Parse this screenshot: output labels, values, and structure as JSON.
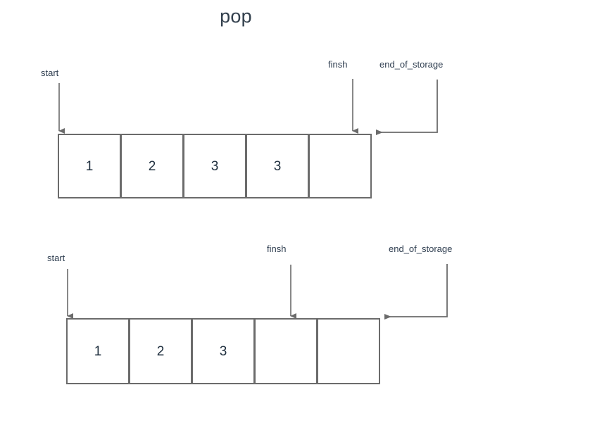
{
  "title": "pop",
  "colors": {
    "stroke": "#6b6b6b",
    "text": "#2f3e50",
    "title": "#33404d",
    "background": "#ffffff"
  },
  "diagrams": [
    {
      "id": "before-pop",
      "pointers": {
        "start": "start",
        "finish": "finsh",
        "end_of_storage": "end_of_storage"
      },
      "cells": [
        {
          "value": "1"
        },
        {
          "value": "2"
        },
        {
          "value": "3"
        },
        {
          "value": "3"
        },
        {
          "value": ""
        }
      ]
    },
    {
      "id": "after-pop",
      "pointers": {
        "start": "start",
        "finish": "finsh",
        "end_of_storage": "end_of_storage"
      },
      "cells": [
        {
          "value": "1"
        },
        {
          "value": "2"
        },
        {
          "value": "3"
        },
        {
          "value": ""
        },
        {
          "value": ""
        }
      ]
    }
  ]
}
